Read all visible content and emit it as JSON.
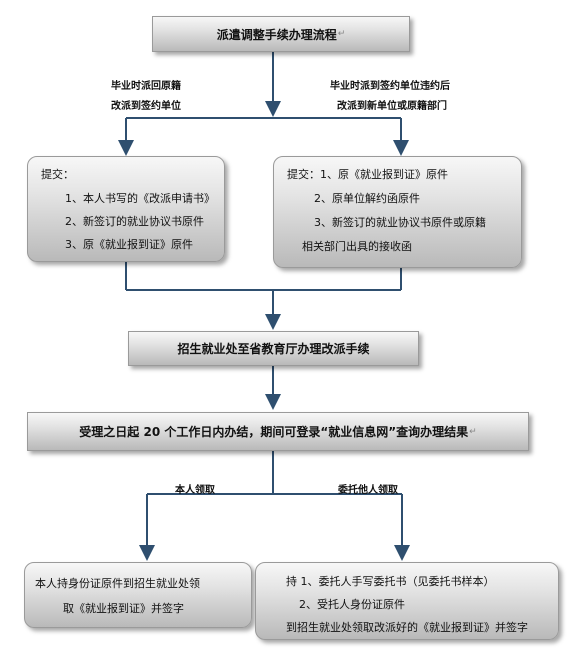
{
  "title": "派遣调整手续办理流程",
  "left_condition": [
    "毕业时派回原籍",
    "改派到签约单位"
  ],
  "right_condition": [
    "毕业时派到签约单位违约后",
    "改派到新单位或原籍部门"
  ],
  "left_submit": {
    "head": "提交：",
    "items": [
      "1、本人书写的《改派申请书》",
      "2、新签订的就业协议书原件",
      "3、原《就业报到证》原件"
    ]
  },
  "right_submit": {
    "lines": [
      "提交：1、原《就业报到证》原件",
      "2、原单位解约函原件",
      "3、新签订的就业协议书原件或原籍",
      "相关部门出具的接收函"
    ]
  },
  "step_process": "招生就业处至省教育厅办理改派手续",
  "step_accept": "受理之日起 20 个工作日内办结，期间可登录“就业信息网”查询办理结果",
  "self_label": "本人领取",
  "agent_label": "委托他人领取",
  "self_pickup": [
    "本人持身份证原件到招生就业处领",
    "取《就业报到证》并签字"
  ],
  "agent_pickup": [
    "持 1、委托人手写委托书（见委托书样本）",
    "2、受托人身份证原件",
    "到招生就业处领取改派好的《就业报到证》并签字"
  ],
  "return_mark": "↵",
  "colors": {
    "line": "#2f4f6f",
    "box_top": "#f7f7f7",
    "box_bottom": "#b9b9b9",
    "border": "#9a9a9a"
  }
}
